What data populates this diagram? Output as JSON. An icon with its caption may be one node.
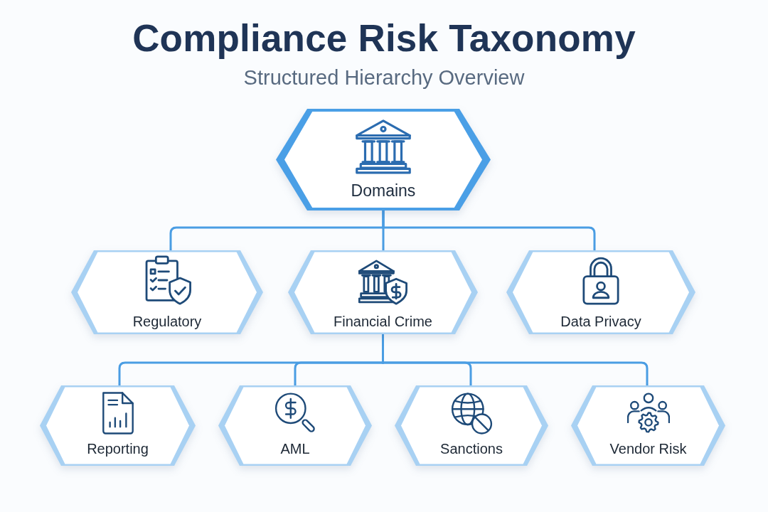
{
  "diagram": {
    "title": "Compliance Risk Taxonomy",
    "labels": [
      "Structured Hierarchy Overview"
    ],
    "nodes": [
      {
        "text": [
          "Domains"
        ]
      },
      {
        "text": [
          "Regulatory"
        ]
      },
      {
        "text": [
          "Financial Crime"
        ]
      },
      {
        "text": [
          "Data Privacy"
        ]
      },
      {
        "text": [
          "Reporting"
        ]
      },
      {
        "text": [
          "AML"
        ]
      },
      {
        "text": [
          "Sanctions"
        ]
      },
      {
        "text": [
          "Vendor Risk"
        ]
      }
    ],
    "edges": [
      {
        "from": 0,
        "to": 1,
        "arrow": "none"
      },
      {
        "from": 0,
        "to": 2,
        "arrow": "none"
      },
      {
        "from": 0,
        "to": 3,
        "arrow": "none"
      },
      {
        "from": 2,
        "to": 4,
        "arrow": "none"
      },
      {
        "from": 2,
        "to": 5,
        "arrow": "none"
      },
      {
        "from": 2,
        "to": 6,
        "arrow": "none"
      },
      {
        "from": 2,
        "to": 7,
        "arrow": "none"
      }
    ]
  }
}
